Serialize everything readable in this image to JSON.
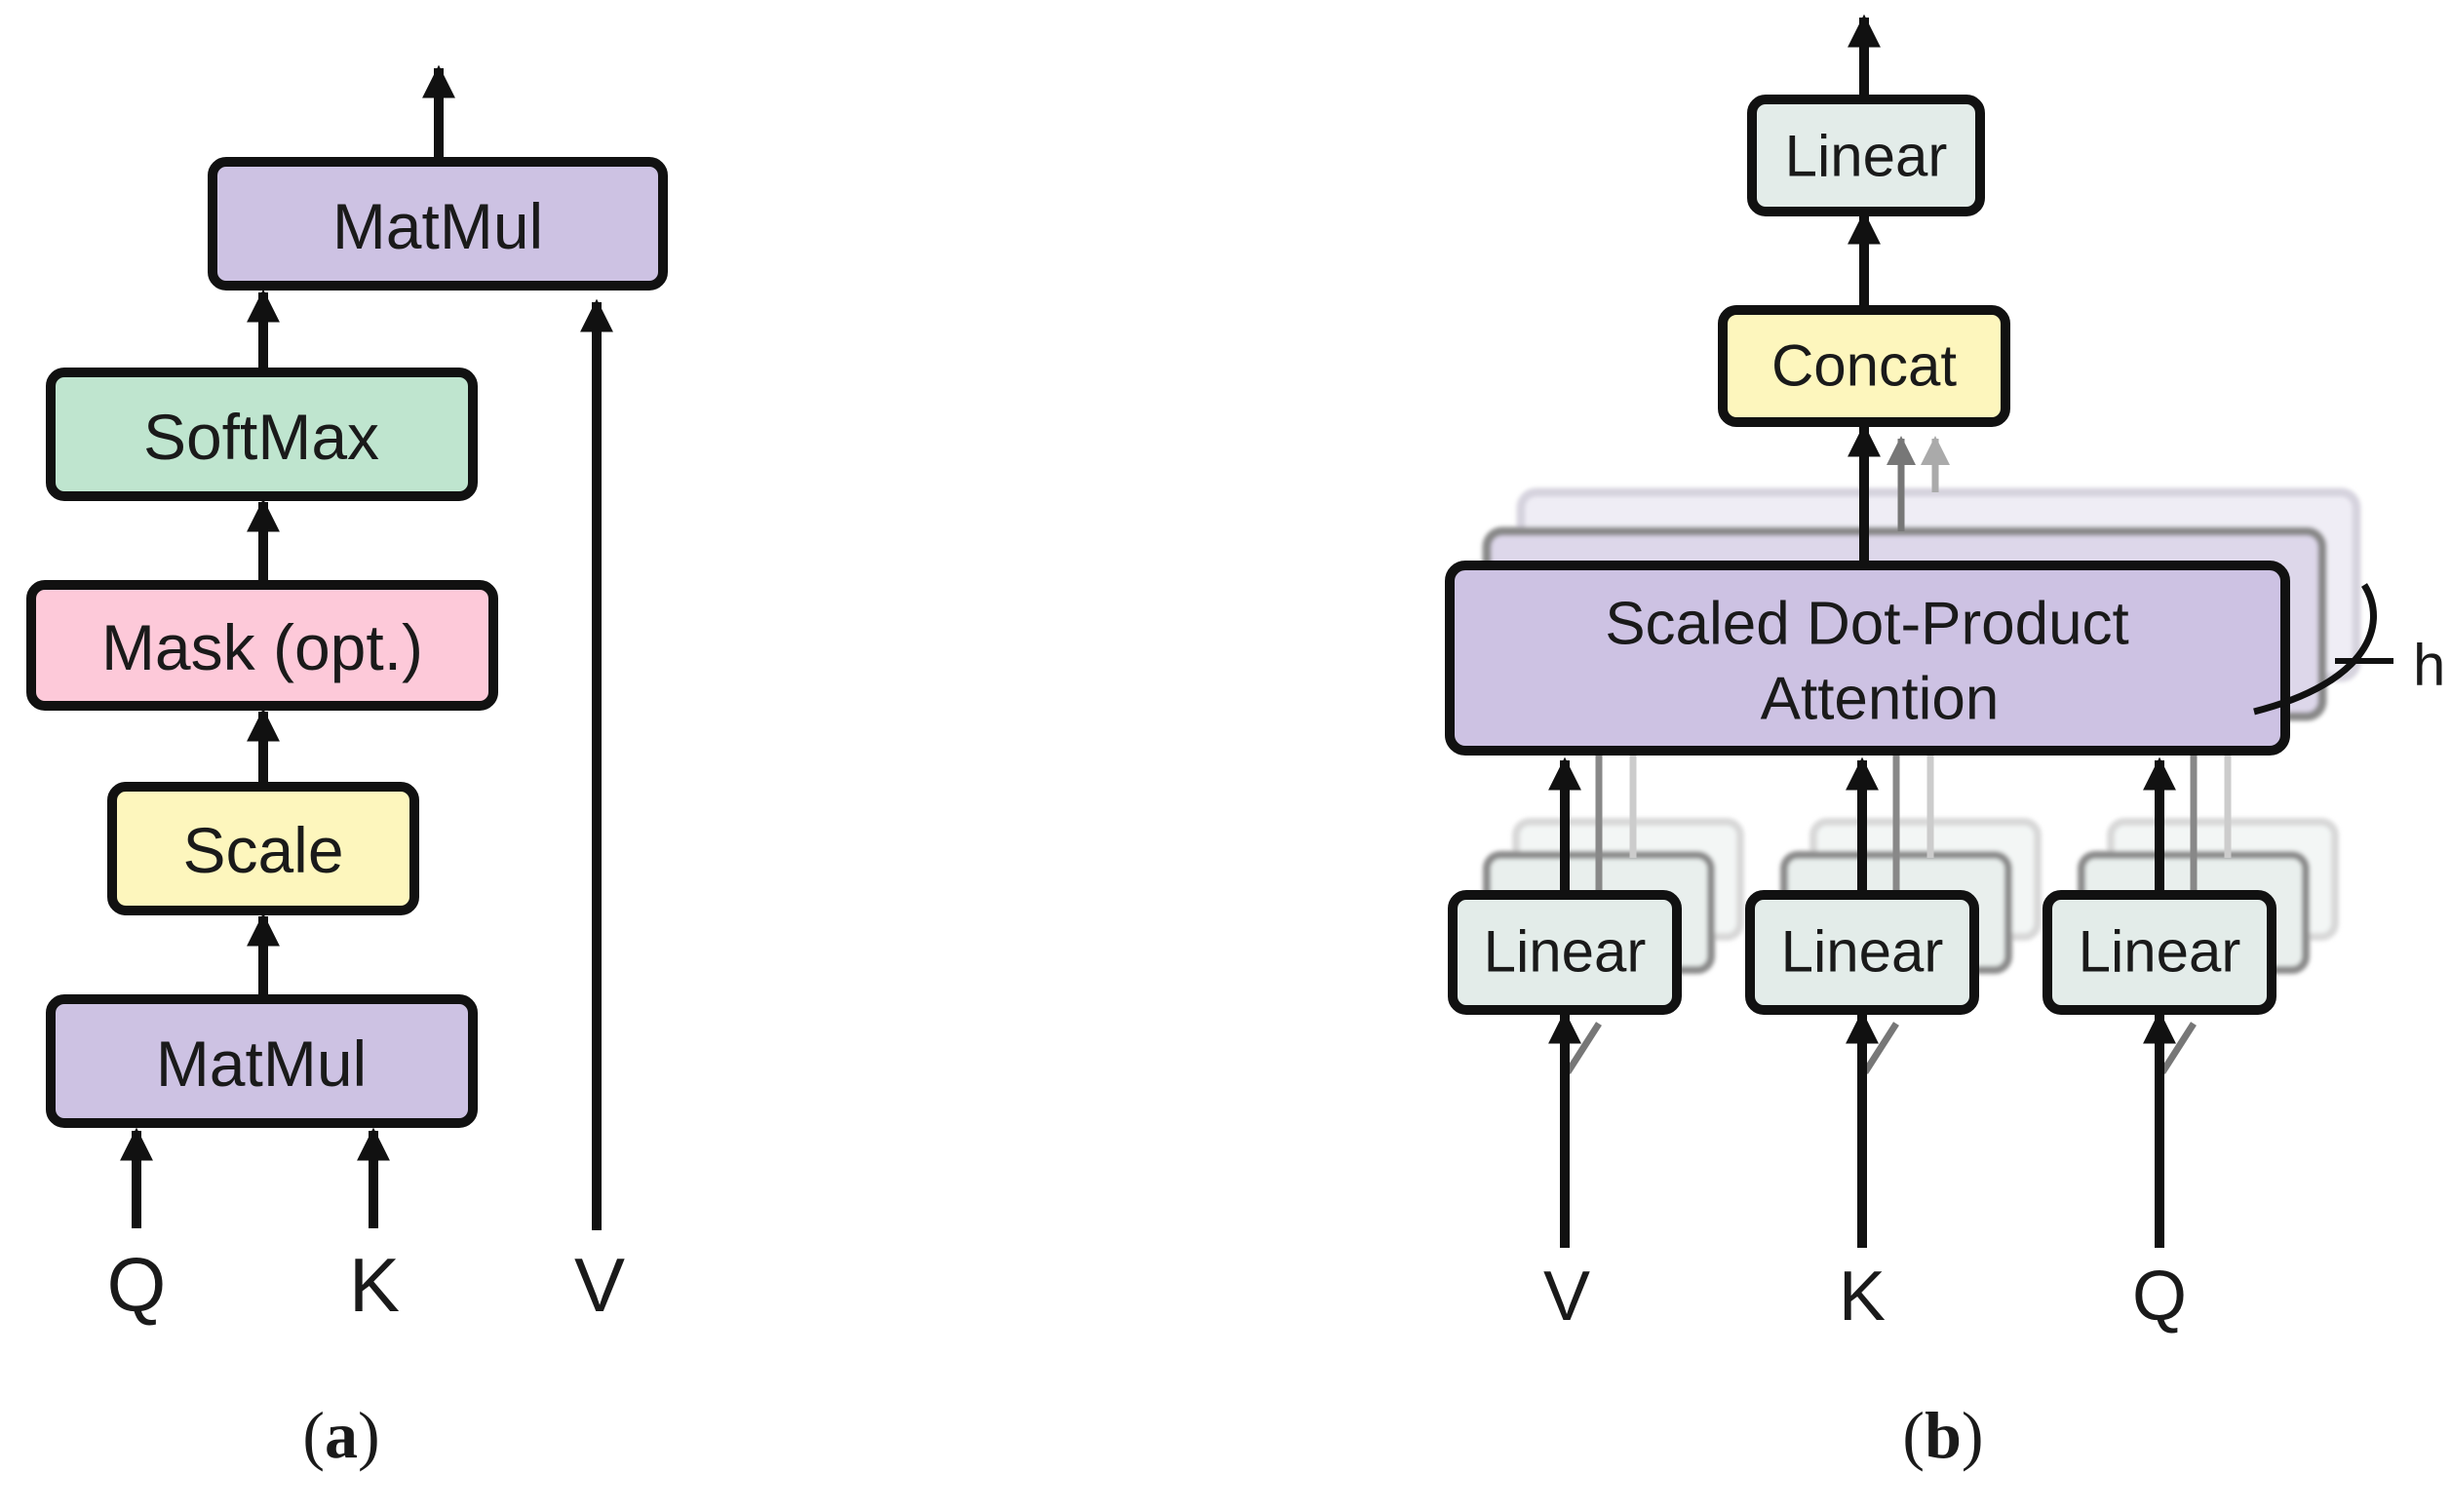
{
  "panel_a": {
    "blocks": {
      "matmul_top": "MatMul",
      "softmax": "SoftMax",
      "mask": "Mask (opt.)",
      "scale": "Scale",
      "matmul_bottom": "MatMul"
    },
    "inputs": {
      "q": "Q",
      "k": "K",
      "v": "V"
    },
    "caption_open": "(",
    "caption_letter": "a",
    "caption_close": ")"
  },
  "panel_b": {
    "blocks": {
      "linear_top": "Linear",
      "concat": "Concat",
      "attention_line1": "Scaled Dot-Product",
      "attention_line2": "Attention",
      "linear_v": "Linear",
      "linear_k": "Linear",
      "linear_q": "Linear"
    },
    "heads_label": "h",
    "inputs": {
      "v": "V",
      "k": "K",
      "q": "Q"
    },
    "caption_open": "(",
    "caption_letter": "b",
    "caption_close": ")"
  },
  "colors": {
    "matmul": "#cdc2e3",
    "softmax": "#bfe5cf",
    "mask": "#fdc9d9",
    "scale": "#fdf6bd",
    "linear": "#e3ece9",
    "concat": "#fdf6bd",
    "attention": "#cdc2e3",
    "stroke": "#111111"
  }
}
